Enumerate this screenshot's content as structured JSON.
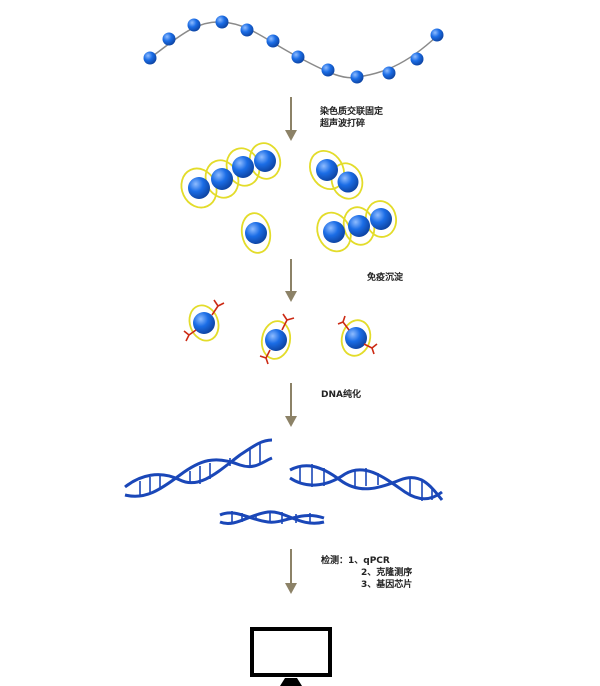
{
  "steps": {
    "step1": {
      "line1": "染色质交联固定",
      "line2": "超声波打碎"
    },
    "step2": {
      "label": "免疫沉淀"
    },
    "step3": {
      "label": "DNA纯化"
    },
    "step4": {
      "line1": "检测：1、qPCR",
      "line2": "2、克隆测序",
      "line3": "3、基因芯片"
    }
  },
  "colors": {
    "bead": "#1560d8",
    "bead_highlight": "#7fb2ff",
    "linker": "#8a8a8a",
    "dna_wrap": "#e3dc2a",
    "antibody": "#cc2a14",
    "helix": "#1a47b8",
    "arrow": "#8c8267",
    "monitor": "#000000"
  },
  "icons": {
    "end_output": "monitor-icon"
  }
}
